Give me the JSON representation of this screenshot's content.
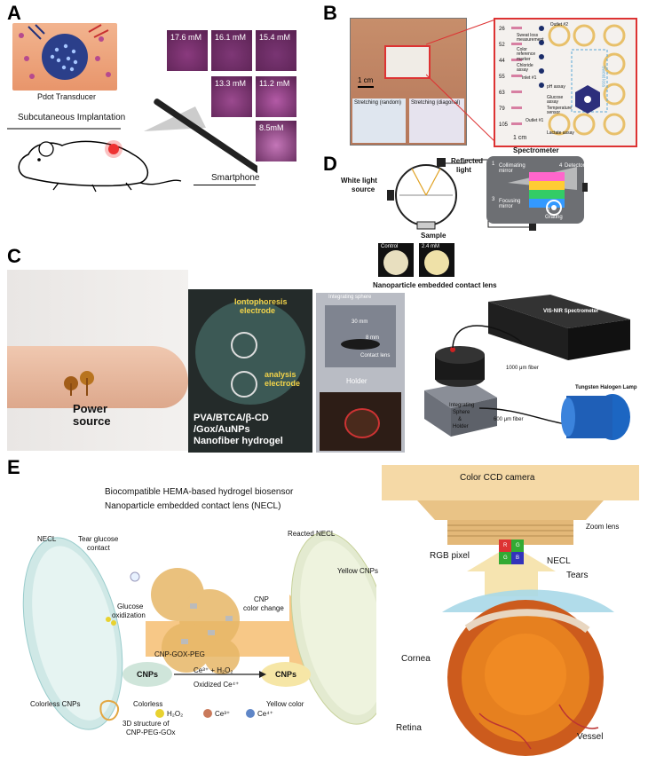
{
  "panels": {
    "a": "A",
    "b": "B",
    "c": "C",
    "d": "D",
    "e": "E"
  },
  "panel_a": {
    "transducer": "Pdot Transducer",
    "implant": "Subcutaneous Implantation",
    "phone": "Smartphone",
    "tiles": [
      "17.6 mM",
      "16.1 mM",
      "15.4 mM",
      "13.3 mM",
      "11.2 mM",
      "8.5mM"
    ],
    "tile_colors": [
      "#8a3a7e",
      "#7e3776",
      "#793573",
      "#9b4a8f",
      "#b35aa6",
      "#c476b8"
    ]
  },
  "panel_b": {
    "scale1": "1 cm",
    "scale2": "1 cm",
    "stretch1": "Stretching (random)",
    "stretch2": "Stretching (diagonal)",
    "rows": [
      "26",
      "52",
      "44",
      "55",
      "63",
      "79",
      "105"
    ],
    "callouts": [
      "Outlet #2",
      "Sweat loss measurement",
      "Color reference marker",
      "Chloride assay",
      "Inlet #1",
      "pH assay",
      "Glucose assay",
      "Temperature sensor",
      "Outlet #1",
      "Lactate assay"
    ],
    "scale_note": "Sweat loss"
  },
  "panel_d": {
    "white": "White light",
    "source": "source",
    "reflected1": "Reflected",
    "reflected2": "light",
    "spectrometer": "Spectrometer",
    "collimating": "Collimating mirror",
    "detector": "Detector",
    "focusing": "Focusing mirror",
    "grating": "Grating",
    "sample": "Sample",
    "control": "Control",
    "conc": "2.4 mM",
    "caption": "Nanoparticle embedded contact lens",
    "num1": "1",
    "num2": "2",
    "num3": "3",
    "num4": "4"
  },
  "panel_c": {
    "power1": "Power",
    "power2": "source",
    "ionto1": "Iontophoresis",
    "ionto2": "electrode",
    "anal1": "analysis",
    "anal2": "electrode",
    "hydrogel1": "PVA/BTCA/β-CD",
    "hydrogel2": "/Gox/AuNPs",
    "hydrogel3": "Nanofiber hydrogel",
    "sphere": "Integrating sphere",
    "dim1": "30 mm",
    "dim2": "8 mm",
    "lens": "Contact lens",
    "holder": "Holder",
    "visnir": "VIS-NIR Spectrometer",
    "fiber1": "1000 μm fiber",
    "fiber2": "600 μm fiber",
    "lamp": "Tungsten Halogen Lamp",
    "ish1": "Integrating",
    "ish2": "Sphere",
    "ish3": "&",
    "ish4": "Holder"
  },
  "panel_e": {
    "title1": "Biocompatible HEMA-based hydrogel biosensor",
    "title2": "Nanoparticle embedded contact lens (NECL)",
    "necl": "NECL",
    "tear1": "Tear glucose",
    "tear2": "contact",
    "glucose1": "Glucose",
    "glucose2": "oxidization",
    "cnp_color1": "CNP",
    "cnp_color2": "color change",
    "reacted": "Reacted NECL",
    "yellow_cnps": "Yellow CNPs",
    "complex": "CNP-GOX-PEG",
    "colorless_cnps": "Colorless CNPs",
    "cnps": "CNPs",
    "cnps2": "CNPs",
    "reaction_top": "Ce³⁺ + H₂O₂",
    "reaction_bot": "Oxidized Ce⁴⁺",
    "colorless": "Colorless",
    "yellow": "Yellow color",
    "struct1": "3D structure of",
    "struct2": "CNP-PEG-GOx",
    "h2o2": "H₂O₂",
    "ce3": "Ce³⁺",
    "ce4": "Ce⁴⁺",
    "camera": "Color CCD camera",
    "zoom": "Zoom lens",
    "rgb": "RGB pixel",
    "necl2": "NECL",
    "tears": "Tears",
    "cornea": "Cornea",
    "retina": "Retina",
    "vessel": "Vessel",
    "px_r": "R",
    "px_g": "G",
    "px_b": "B",
    "px_k": "G"
  }
}
